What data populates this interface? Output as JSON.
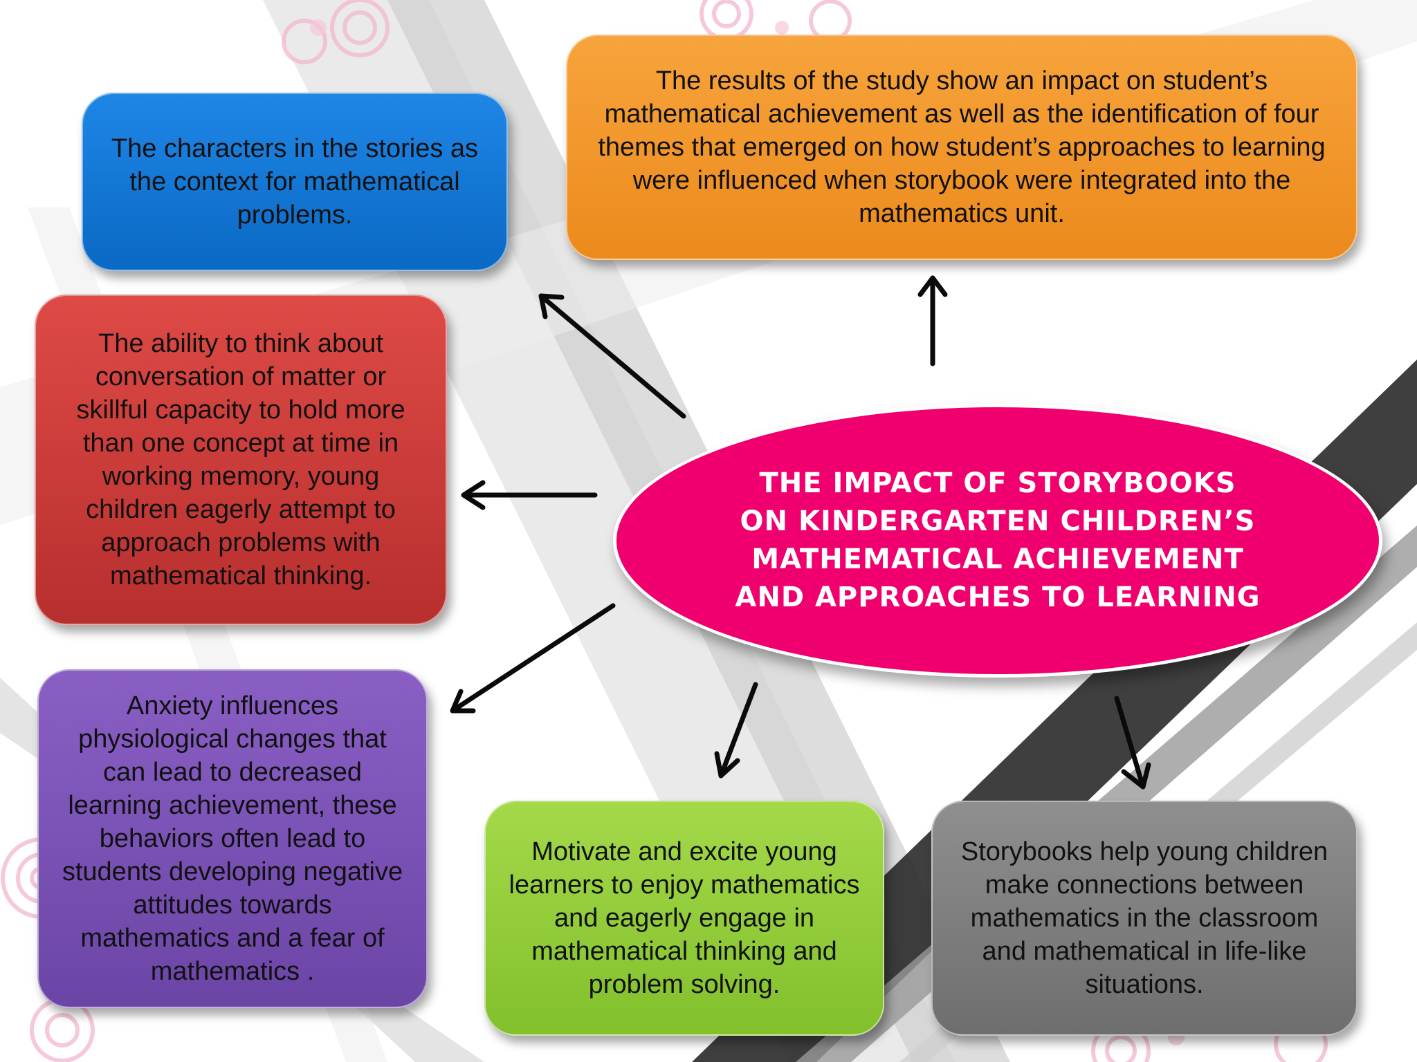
{
  "center": {
    "title": "THE IMPACT OF STORYBOOKS ON KINDERGARTEN CHILDREN’S MATHEMATICAL ACHIEVEMENT AND APPROACHES TO LEARNING"
  },
  "boxes": {
    "blue": "The characters in the stories as the context for mathematical problems.",
    "orange": "The results of the study show an impact on student’s mathematical achievement as well as the identification of four themes that emerged on how student’s approaches to learning were influenced when storybook were integrated into the mathematics unit.",
    "red": "The ability to think about conversation of matter or skillful capacity to hold more than one concept at  time in working memory, young children eagerly attempt to approach problems with mathematical thinking.",
    "purple": "Anxiety influences physiological changes that can lead to decreased learning achievement, these behaviors often lead to students developing negative attitudes towards mathematics and a fear of mathematics .",
    "green": "Motivate and excite young learners to enjoy mathematics and eagerly engage in mathematical thinking and problem solving.",
    "gray": "Storybooks help young children make connections between mathematics in the classroom and mathematical in life-like situations."
  },
  "colors": {
    "blue": "#0a69c4",
    "orange": "#ec8a1c",
    "red": "#b72f2e",
    "purple": "#6b45a6",
    "green": "#82c02c",
    "gray": "#6e6e6e",
    "center": "#f0006e"
  }
}
